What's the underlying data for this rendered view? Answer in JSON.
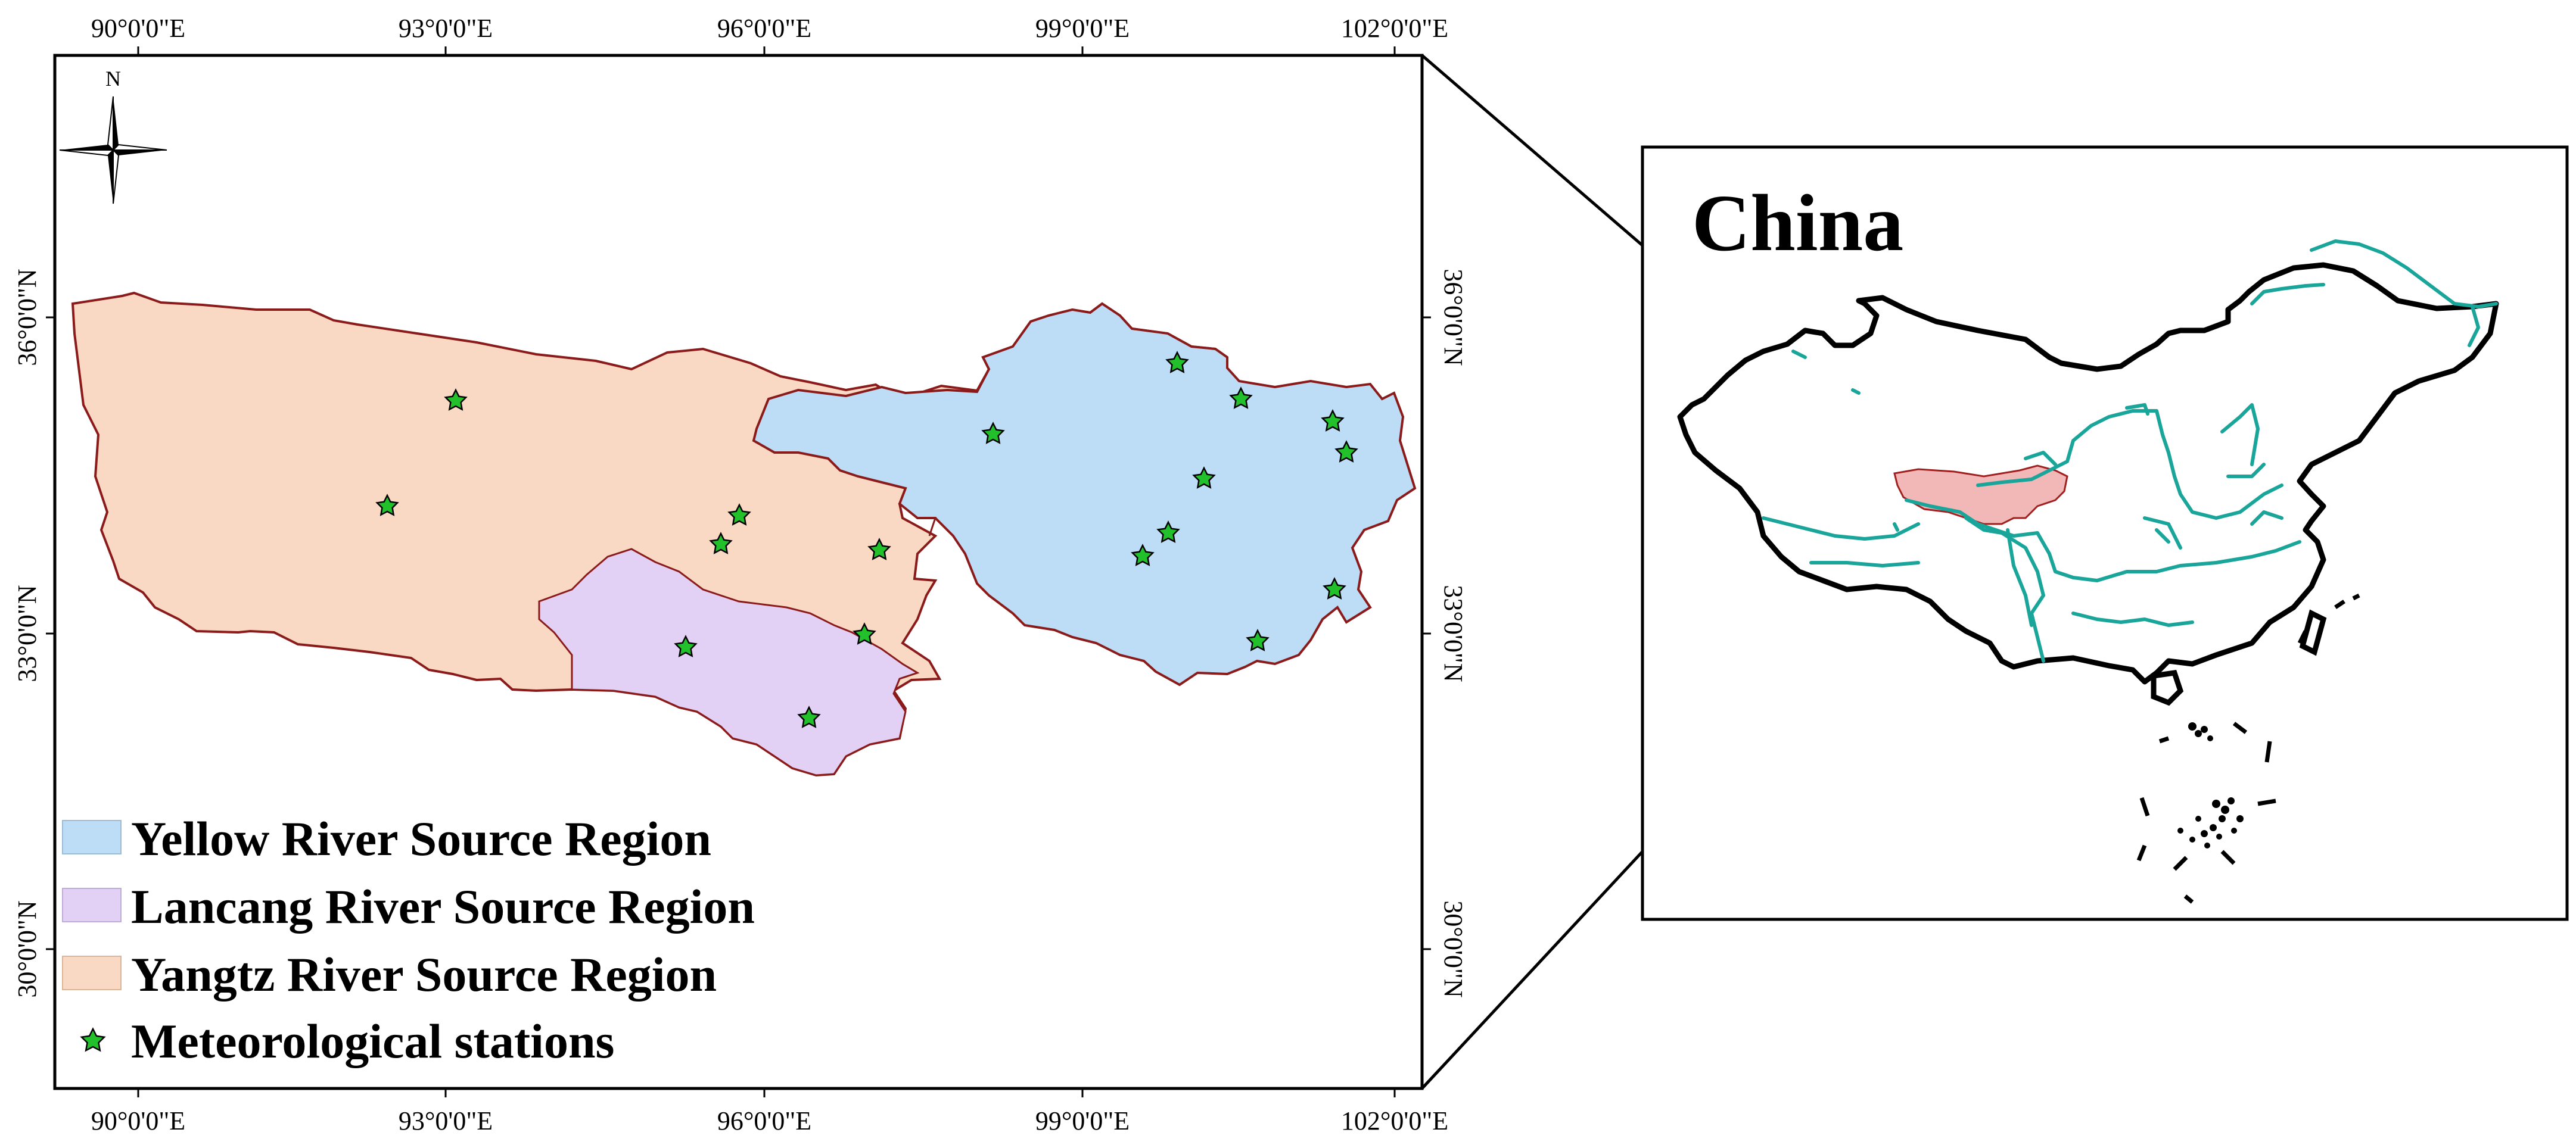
{
  "map": {
    "x_ticks": [
      "90°0'0\"E",
      "93°0'0\"E",
      "96°0'0\"E",
      "99°0'0\"E",
      "102°0'0\"E"
    ],
    "y_ticks": [
      "36°0'0\"N",
      "33°0'0\"N",
      "30°0'0\"N"
    ],
    "north_label": "N",
    "legend": [
      {
        "label": "Yellow River Source Region",
        "color": "#bddcf5"
      },
      {
        "label": "Lancang River Source Region",
        "color": "#e3d1f5"
      },
      {
        "label": "Yangtz River Source Region",
        "color": "#f9d9c3"
      },
      {
        "label": "Meteorological stations",
        "color": "#22c02a"
      }
    ],
    "boundary_color": "#8b1a1a"
  },
  "inset": {
    "title": "China",
    "study_area_color": "#f2b8b8",
    "river_color": "#1aa59a"
  }
}
